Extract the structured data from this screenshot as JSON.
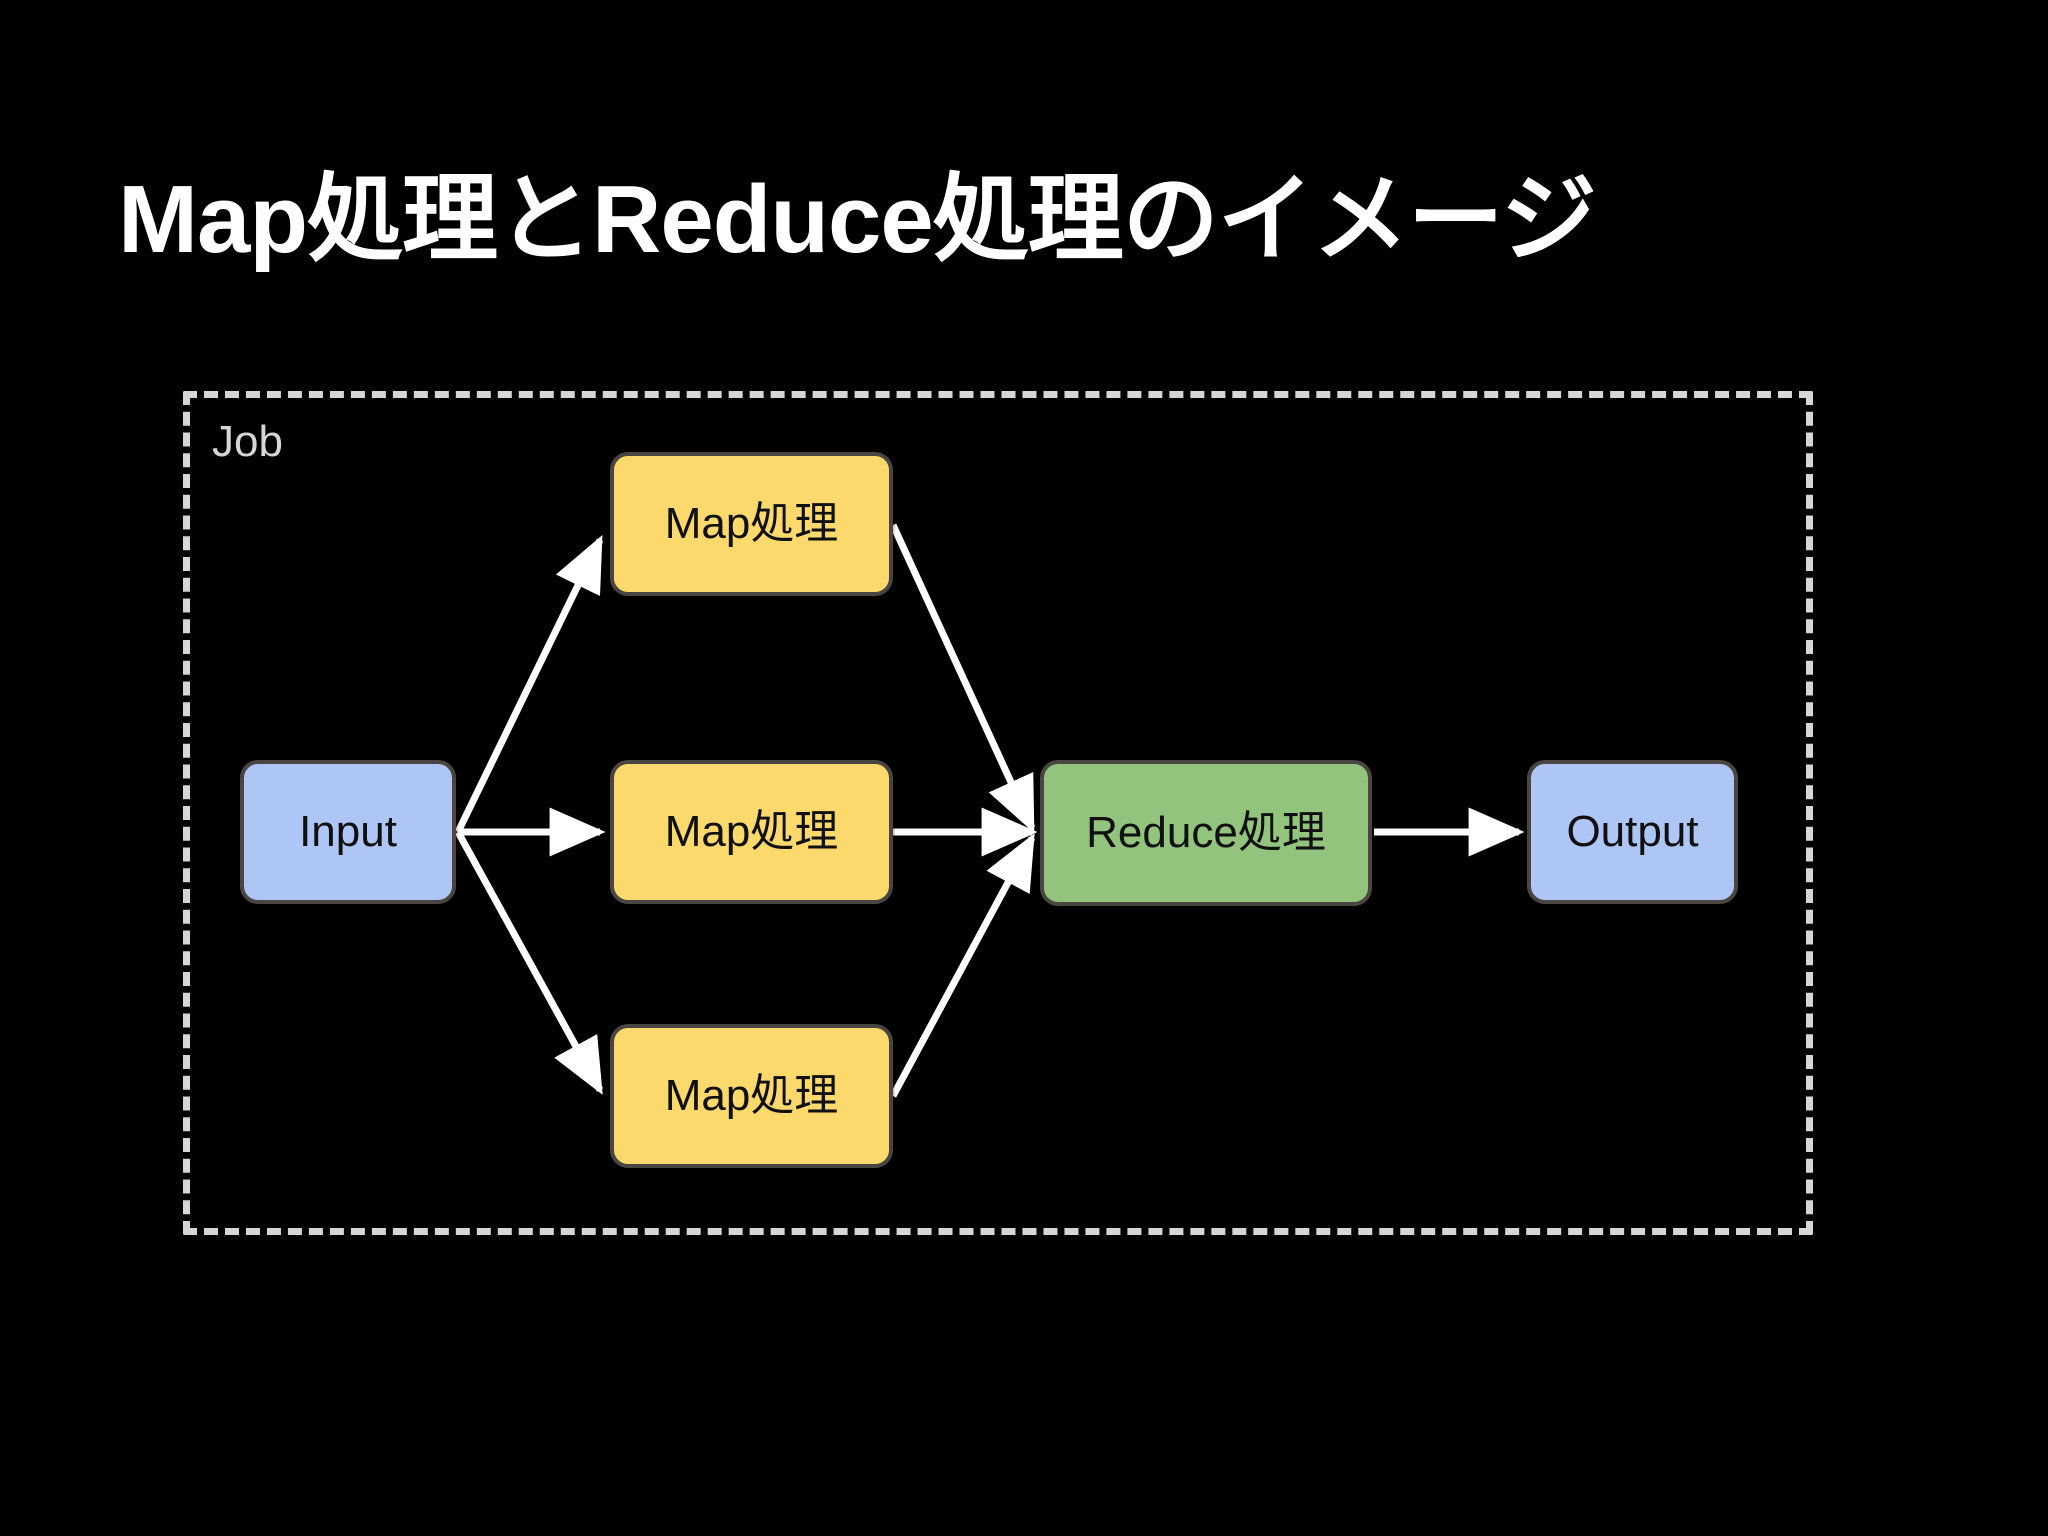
{
  "slide": {
    "background_color": "#000000",
    "title": "Map処理とReduce処理のイメージ",
    "title_color": "#ffffff"
  },
  "diagram": {
    "frame": {
      "label": "Job",
      "border_style": "dashed",
      "border_color": "#d6d6d6"
    },
    "palette": {
      "input_output_fill": "#aec6f5",
      "map_fill": "#fbd96c",
      "reduce_fill": "#92c47d",
      "node_border": "#4a4540",
      "node_text": "#101010",
      "arrow_color": "#ffffff"
    },
    "nodes": [
      {
        "id": "input",
        "label": "Input",
        "type": "source"
      },
      {
        "id": "map1",
        "label": "Map処理",
        "type": "map"
      },
      {
        "id": "map2",
        "label": "Map処理",
        "type": "map"
      },
      {
        "id": "map3",
        "label": "Map処理",
        "type": "map"
      },
      {
        "id": "reduce",
        "label": "Reduce処理",
        "type": "reduce"
      },
      {
        "id": "output",
        "label": "Output",
        "type": "sink"
      }
    ],
    "edges": [
      {
        "from": "input",
        "to": "map1"
      },
      {
        "from": "input",
        "to": "map2"
      },
      {
        "from": "input",
        "to": "map3"
      },
      {
        "from": "map1",
        "to": "reduce"
      },
      {
        "from": "map2",
        "to": "reduce"
      },
      {
        "from": "map3",
        "to": "reduce"
      },
      {
        "from": "reduce",
        "to": "output"
      }
    ]
  }
}
